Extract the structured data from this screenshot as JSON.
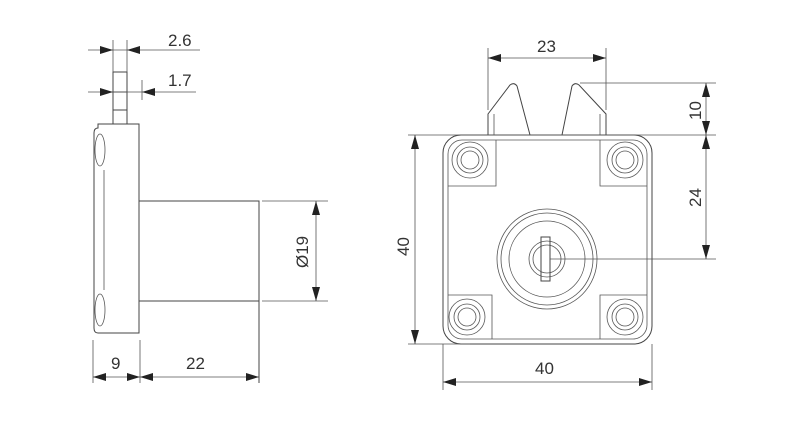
{
  "diagram": {
    "title": "Cam lock technical drawing",
    "views": [
      {
        "name": "side-view",
        "dimensions": {
          "tongue_outer_width": "2.6",
          "tongue_inner_width": "1.7",
          "flange_depth": "9",
          "barrel_length": "22",
          "barrel_diameter": "Ø19"
        }
      },
      {
        "name": "front-view",
        "dimensions": {
          "cam_width": "23",
          "cam_height": "10",
          "center_offset": "24",
          "body_height": "40",
          "body_width": "40"
        }
      }
    ],
    "colors": {
      "line": "#444444",
      "text": "#333333",
      "background": "#ffffff"
    }
  }
}
